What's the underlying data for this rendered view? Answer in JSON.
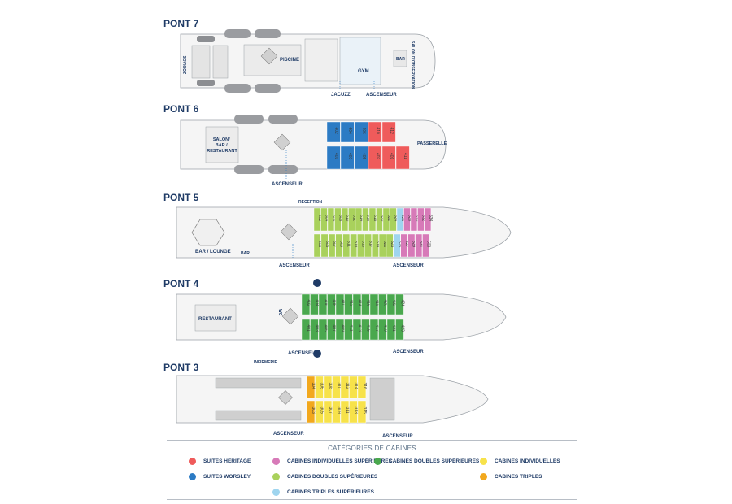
{
  "decks": [
    {
      "id": "7",
      "title": "PONT 7"
    },
    {
      "id": "6",
      "title": "PONT 6"
    },
    {
      "id": "5",
      "title": "PONT 5"
    },
    {
      "id": "4",
      "title": "PONT 4"
    },
    {
      "id": "3",
      "title": "PONT 3"
    }
  ],
  "labels": {
    "zodiacs": "ZODIACS",
    "piscine": "PISCINE",
    "gym": "GYM",
    "bar": "BAR",
    "salon_observation": "SALON D'OBSERVATION",
    "jacuzzi": "JACUZZI",
    "ascenseur": "ASCENSEUR",
    "salon_bar_restaurant": [
      "SALON/",
      "BAR /",
      "RESTAURANT"
    ],
    "passerelle": "PASSERELLE",
    "reception": "RECEPTION",
    "bar_lounge": "BAR / LOUNGE",
    "restaurant": "RESTAURANT",
    "wc": "WC",
    "infirmerie": "INFIRMERIE"
  },
  "colors": {
    "heritage": "#ef5b5b",
    "worsley": "#2c7bc4",
    "ind_sup": "#d77ab8",
    "dbl_sup": "#4aa84e",
    "individuelles": "#f7e24a",
    "dbl_sup_light": "#a9d15c",
    "triples": "#f2a81d",
    "triples_sup": "#9fd5ef"
  },
  "cabins": {
    "pont6_top": [
      "402",
      "404",
      "406",
      "410",
      "412"
    ],
    "pont6_bottom": [
      "401",
      "403",
      "405",
      "407",
      "409",
      "411"
    ],
    "pont5_top": [
      "502",
      "504",
      "506",
      "508",
      "510",
      "512",
      "514",
      "516",
      "518",
      "520",
      "522",
      "524",
      "526",
      "528",
      "530",
      "532",
      "534"
    ],
    "pont5_bottom": [
      "503",
      "505",
      "507",
      "509",
      "511",
      "513",
      "515",
      "517",
      "519",
      "521",
      "523",
      "525",
      "527",
      "529",
      "531",
      "533"
    ],
    "pont4_top": [
      "402",
      "404",
      "406",
      "408",
      "410",
      "412",
      "414",
      "416",
      "418",
      "420",
      "422",
      "424"
    ],
    "pont4_bottom": [
      "401",
      "403",
      "405",
      "407",
      "409",
      "411",
      "413",
      "415",
      "417",
      "419",
      "421",
      "423"
    ],
    "pont3_top": [
      "304",
      "306",
      "308",
      "310",
      "312",
      "314",
      "316"
    ],
    "pont3_bottom": [
      "303",
      "305",
      "307",
      "309",
      "311",
      "313",
      "315"
    ]
  },
  "legend": {
    "title": "CATÉGORIES DE CABINES",
    "items": [
      {
        "label": "SUITES HERITAGE",
        "color": "#ef5b5b"
      },
      {
        "label": "SUITES WORSLEY",
        "color": "#2c7bc4"
      },
      {
        "label": "CABINES INDIVIDUELLES SUPÉRIEURES",
        "color": "#d77ab8"
      },
      {
        "label": "CABINES DOUBLES SUPÉRIEURES",
        "color": "#a9d15c"
      },
      {
        "label": "CABINES TRIPLES SUPÉRIEURES",
        "color": "#9fd5ef"
      },
      {
        "label": "CABINES DOUBLES SUPÉRIEURES",
        "color": "#4aa84e"
      },
      {
        "label": "CABINES INDIVIDUELLES",
        "color": "#f7e24a"
      },
      {
        "label": "CABINES TRIPLES",
        "color": "#f2a81d"
      }
    ]
  }
}
